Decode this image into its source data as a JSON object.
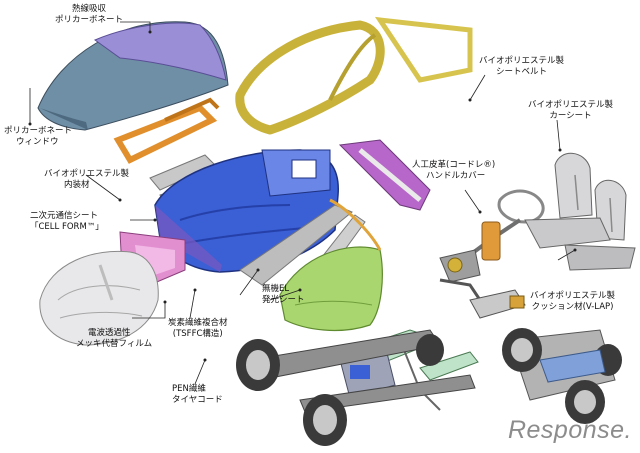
{
  "labels": {
    "roof": [
      "熱線吸収",
      "ポリカーボネート"
    ],
    "window": [
      "ポリカーボネート",
      "ウィンドウ"
    ],
    "interior": [
      "バイオポリエステル製",
      "内装材"
    ],
    "cellform": [
      "二次元通信シート",
      "「CELL FORM™」"
    ],
    "metal_film": [
      "電波透過性",
      "メッキ代替フィルム"
    ],
    "tsffc": [
      "炭素繊維複合材",
      "(TSFFC構造)"
    ],
    "organic_el": [
      "無機EL",
      "発光シート"
    ],
    "pen": [
      "PEN繊維",
      "タイヤコード"
    ],
    "leather": [
      "人工皮革(コードレ®)",
      "ハンドルカバー"
    ],
    "seatbelt": [
      "バイオポリエステル製",
      "シートベルト"
    ],
    "car_seat": [
      "バイオポリエステル製",
      "カーシート"
    ],
    "cushion": [
      "バイオポリエステル製",
      "クッション材(V-LAP)"
    ]
  },
  "watermark": "Response."
}
